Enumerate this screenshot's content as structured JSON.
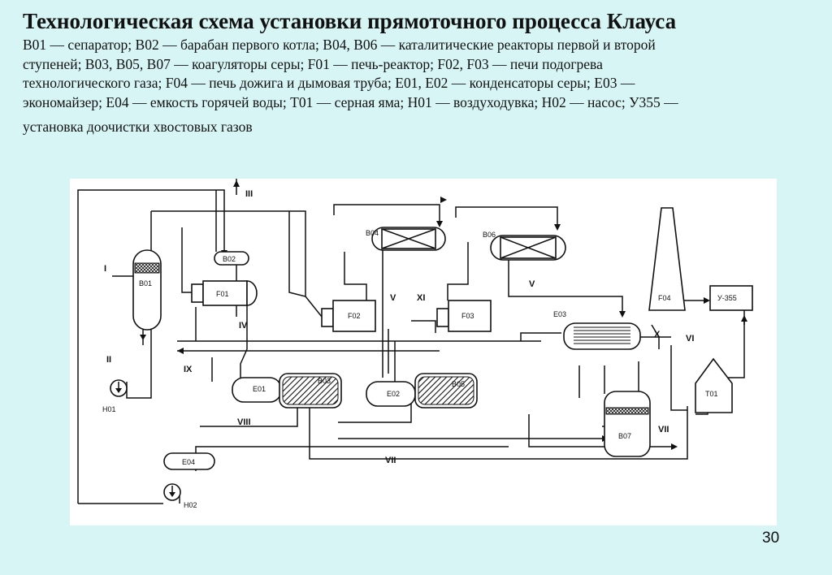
{
  "title": "Технологическая схема установки прямоточного процесса Клауса",
  "legend": {
    "line1": "B01 — сепаратор; B02 — барабан первого котла; B04, B06 — каталитические реакторы первой и второй",
    "line2": "ступеней; B03, B05, B07 — коагуляторы серы; F01 — печь-реактор; F02, F03 — печи подогрева",
    "line3": "технологического газа; F04 — печь дожига и дымовая труба; E01, E02 — конденсаторы серы; E03 —",
    "line4": "экономайзер; E04 — емкость горячей воды; T01 — серная яма; H01 — воздуходувка; H02 — насос; У355 —",
    "line5": "установка доочистки хвостовых газов"
  },
  "diagram": {
    "equipment": {
      "b01": "B01",
      "b02": "B02",
      "f01": "F01",
      "f02": "F02",
      "f03": "F03",
      "b04": "B04",
      "b06": "B06",
      "e01": "E01",
      "b03": "B03",
      "e02": "E02",
      "b05": "B05",
      "e03": "E03",
      "b07": "B07",
      "t01": "T01",
      "f04": "F04",
      "u355": "У-355",
      "e04": "E04",
      "h01": "H01",
      "h02": "H02"
    },
    "streams": {
      "s1": "I",
      "s2": "II",
      "s3": "III",
      "s4": "IV",
      "s5a": "V",
      "s5b": "V",
      "s6": "VI",
      "s7a": "VII",
      "s7b": "VII",
      "s8": "VIII",
      "s9": "IX",
      "s10": "X",
      "s11": "XI"
    }
  },
  "slide_number": "30"
}
